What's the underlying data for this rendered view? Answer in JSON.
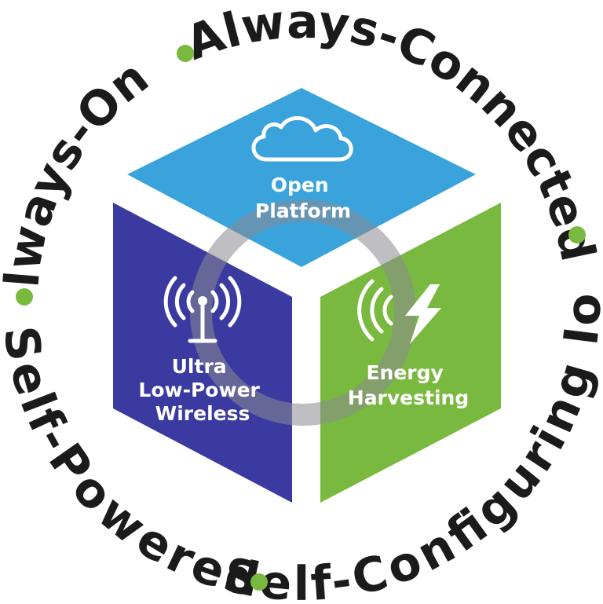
{
  "ring": {
    "top_right": "Always-Connected",
    "top_left": "Always-On",
    "bottom_left": "Self-Powered",
    "bottom_right": "Self-Configuring IoT"
  },
  "faces": {
    "top": {
      "line1": "Open",
      "line2": "Platform",
      "icon": "cloud-icon",
      "color": "#3aa3dc"
    },
    "left": {
      "line1": "Ultra",
      "line2": "Low-Power",
      "line3": "Wireless",
      "icon": "wireless-antenna-icon",
      "color": "#3b3aa0"
    },
    "right": {
      "line1": "Energy",
      "line2": "Harvesting",
      "icon": "energy-harvesting-icon",
      "color": "#7ab93f"
    }
  },
  "colors": {
    "dot": "#7ab93f",
    "ring_text": "#1b1b1b",
    "link_ring": "#8a8a92"
  }
}
